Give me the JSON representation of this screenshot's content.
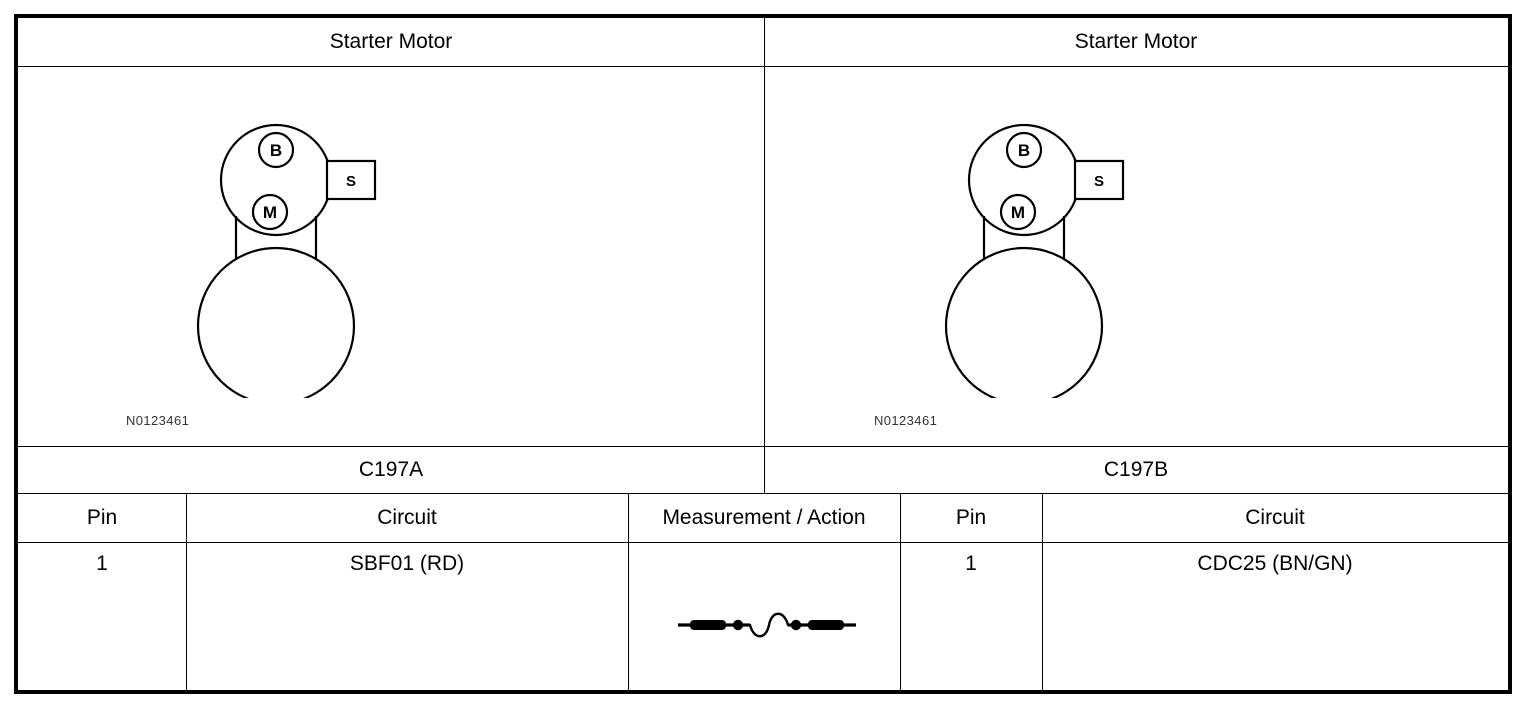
{
  "document": {
    "type": "wiring-diagram-connector-table"
  },
  "panels": {
    "left": {
      "title": "Starter Motor",
      "part_number": "N0123461",
      "connector": "C197A",
      "terminals": {
        "b": "B",
        "m": "M",
        "s": "S"
      }
    },
    "right": {
      "title": "Starter Motor",
      "part_number": "N0123461",
      "connector": "C197B",
      "terminals": {
        "b": "B",
        "m": "M",
        "s": "S"
      }
    }
  },
  "table": {
    "headers": {
      "pin_left": "Pin",
      "circuit_left": "Circuit",
      "measurement": "Measurement / Action",
      "pin_right": "Pin",
      "circuit_right": "Circuit"
    },
    "rows": [
      {
        "pin_left": "1",
        "circuit_left": "SBF01 (RD)",
        "measurement_symbol": "continuity-test-symbol",
        "pin_right": "1",
        "circuit_right": "CDC25 (BN/GN)"
      }
    ]
  },
  "colors": {
    "ink": "#000000",
    "rule": "#000000",
    "partno": "#333333",
    "paper": "#ffffff"
  }
}
